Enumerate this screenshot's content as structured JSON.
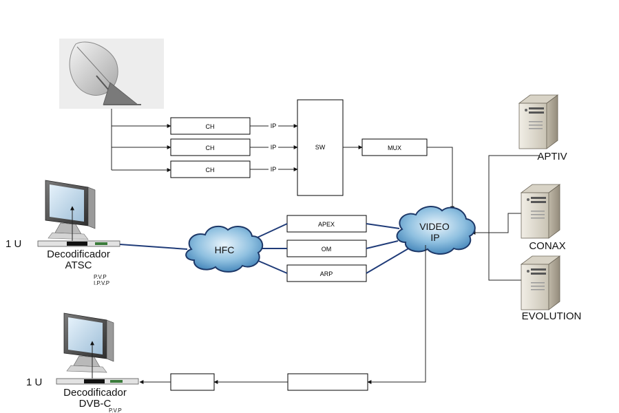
{
  "channel_boxes": [
    "CH",
    "CH",
    "CH"
  ],
  "ip_labels": [
    "IP",
    "IP",
    "IP"
  ],
  "switch_label": "SW",
  "mux_label": "MUX",
  "middle_boxes": [
    "APEX",
    "OM",
    "ARP"
  ],
  "clouds": {
    "hfc": "HFC",
    "video_ip_line1": "VIDEO",
    "video_ip_line2": "IP"
  },
  "servers": [
    "APTIV",
    "CONAX",
    "EVOLUTION"
  ],
  "decoder_atsc": {
    "unit": "1 U",
    "line1": "Decodificador",
    "line2": "ATSC",
    "note1": "P.V.P",
    "note2": "I.P.V.P"
  },
  "decoder_dvbc": {
    "unit": "1 U",
    "line1": "Decodificador",
    "line2": "DVB-C",
    "note1": "P.V.P"
  }
}
